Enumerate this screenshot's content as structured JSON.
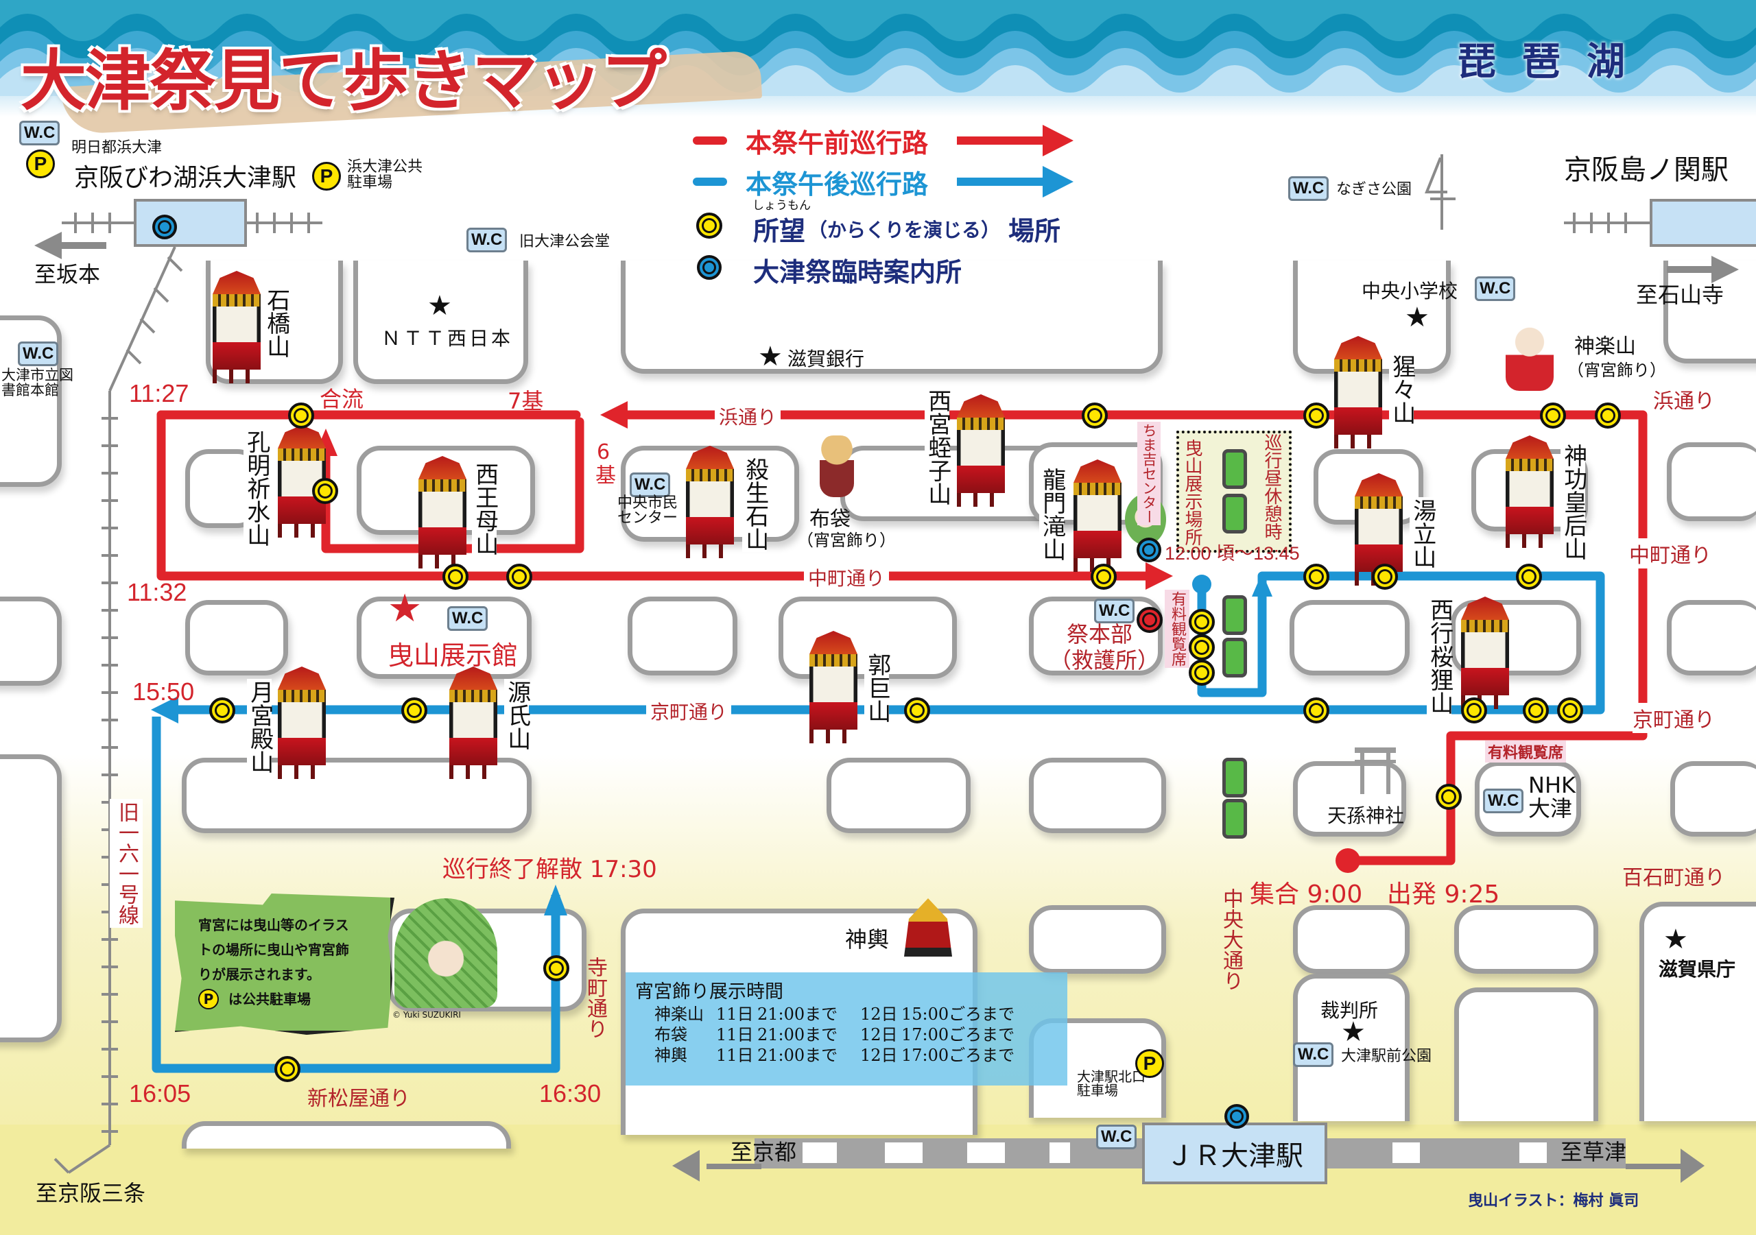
{
  "title": "大津祭見て歩きマップ",
  "lake_name": "琵琶湖",
  "colors": {
    "morning_route": "#e0242b",
    "afternoon_route": "#1d95d4",
    "shomon_marker": "#ffe600",
    "info_marker": "#1d95d4",
    "title_red": "#d3242c",
    "legend_navy": "#1d2d7c",
    "ground_yellow": "#f2ec9e"
  },
  "legend": {
    "morning_route": "本祭午前巡行路",
    "afternoon_route": "本祭午後巡行路",
    "shomon_ruby": "しょうもん",
    "shomon_main": "所望",
    "shomon_paren": "（からくりを演じる）",
    "shomon_suffix": "場所",
    "info_center": "大津祭臨時案内所"
  },
  "stations": {
    "keihan_hamaotsu": "京阪びわ湖浜大津駅",
    "hamaotsu_above": "明日都浜大津",
    "hamaotsu_parking": "浜大津公共駐車場",
    "keihan_shimanoseki": "京阪島ノ関駅",
    "jr_otsu": "ＪＲ大津駅",
    "jr_parking": "大津駅北口駐車場"
  },
  "directions": {
    "sakamoto": "至坂本",
    "ishiyamadera": "至石山寺",
    "kyoto": "至京都",
    "kusatsu": "至草津",
    "keihan_sanjo": "至京阪三条"
  },
  "wc_label": "W.C",
  "parking_label": "P",
  "landmarks": {
    "old_public_hall": "旧大津公会堂",
    "nagisa_park": "なぎさ公園",
    "library": "大津市立図書館本館",
    "ntt": "ＮＴＴ西日本",
    "shiga_bank": "滋賀銀行",
    "central_school": "中央小学校",
    "citizen_center": "中央市民センター",
    "hikiyama_hall": "曳山展示館",
    "festival_hq": "祭本部",
    "festival_hq_sub": "（救護所）",
    "tenson_shrine": "天孫神社",
    "nhk": "NHK大津",
    "prefectural_office": "滋賀県庁",
    "court": "裁判所",
    "station_park": "大津駅前公園",
    "chimakichi_center": "ちま吉センター"
  },
  "streets": {
    "hama_left": "浜通り",
    "hama_right": "浜通り",
    "nakamachi_center": "中町通り",
    "nakamachi_right": "中町通り",
    "kyomachi_center": "京町通り",
    "kyomachi_right": "京町通り",
    "hyakkokumachi": "百石町通り",
    "chuo_odori": "中央大通り",
    "teramachi": "寺町通り",
    "shinmatsuya": "新松屋通り",
    "route161": "旧一六一号線"
  },
  "floats": [
    {
      "name": "石橋山"
    },
    {
      "name": "孔明祈水山"
    },
    {
      "name": "西王母山"
    },
    {
      "name": "殺生石山"
    },
    {
      "name": "西宮蛭子山"
    },
    {
      "name": "龍門滝山"
    },
    {
      "name": "猩々山"
    },
    {
      "name": "湯立山"
    },
    {
      "name": "神功皇后山"
    },
    {
      "name": "西行桜狸山"
    },
    {
      "name": "郭巨山"
    },
    {
      "name": "源氏山"
    },
    {
      "name": "月宮殿山"
    }
  ],
  "yoimiya": {
    "hotei": "布袋",
    "hotei_sub": "（宵宮飾り）",
    "kagurayama": "神楽山",
    "kagurayama_sub": "（宵宮飾り）",
    "mikoshi": "神輿"
  },
  "route_labels": {
    "merge": "合流",
    "seven_floats": "7基",
    "six_floats": "6基",
    "assembly": "集合 9:00",
    "departure": "出発 9:25",
    "end": "巡行終了解散 17:30",
    "lunch_break": "巡行昼休憩時",
    "lunch_display": "曳山展示場所",
    "lunch_time": "12:00 頃～13:45",
    "paid_seats_a": "有料観覧席",
    "paid_seats_b": "有料観覧席"
  },
  "times": {
    "t1127": "11:27",
    "t1132": "11:32",
    "t1550": "15:50",
    "t1605": "16:05",
    "t1630": "16:30"
  },
  "schedule": {
    "title": "宵宮飾り展示時間",
    "rows": [
      {
        "name": "神楽山",
        "day1": "11日",
        "until1": "21:00まで",
        "day2": "12日",
        "until2": "15:00ごろまで"
      },
      {
        "name": "布袋",
        "day1": "11日",
        "until1": "21:00まで",
        "day2": "12日",
        "until2": "17:00ごろまで"
      },
      {
        "name": "神輿",
        "day1": "11日",
        "until1": "21:00まで",
        "day2": "12日",
        "until2": "17:00ごろまで"
      }
    ]
  },
  "sign": {
    "line1": "宵宮には曳山等のイラス",
    "line2": "トの場所に曳山や宵宮飾",
    "line3": "りが展示されます。",
    "line4": "は公共駐車場",
    "copyright": "© Yuki SUZUKIRI"
  },
  "credit": "曳山イラスト：梅村 眞司"
}
